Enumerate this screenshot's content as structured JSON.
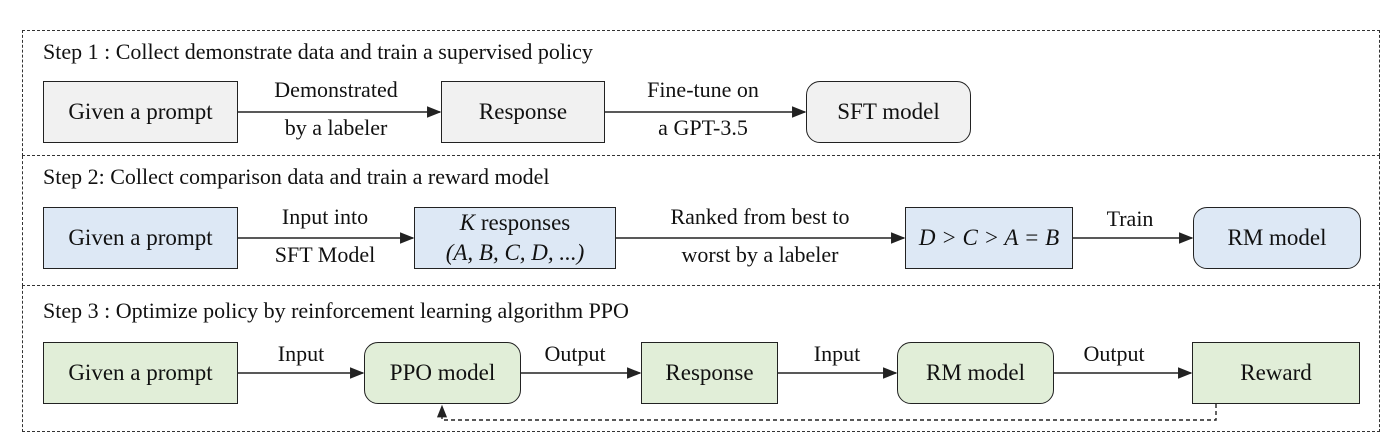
{
  "colors": {
    "step1_fill": "#f1f1f1",
    "step2_fill": "#dde8f5",
    "step3_fill": "#e1eed8",
    "stroke": "#222222"
  },
  "step1": {
    "title": "Step 1 : Collect demonstrate data and train a supervised policy",
    "prompt_box": "Given a prompt",
    "arrow1_line1": "Demonstrated",
    "arrow1_line2": "by a labeler",
    "response_box": "Response",
    "arrow2_line1": "Fine-tune on",
    "arrow2_line2": "a GPT-3.5",
    "sft_box": "SFT model"
  },
  "step2": {
    "title": "Step 2: Collect comparison data and train a reward model",
    "prompt_box": "Given a prompt",
    "arrow1_line1": "Input into",
    "arrow1_line2": "SFT Model",
    "responses_k": "K",
    "responses_line1_rest": " responses",
    "responses_line2": "(A, B, C, D, ...)",
    "arrow2_line1": "Ranked from best to",
    "arrow2_line2": "worst by a labeler",
    "ranking_box": "D > C > A = B",
    "arrow3_label": "Train",
    "rm_box": "RM model"
  },
  "step3": {
    "title": "Step 3 : Optimize policy by reinforcement learning algorithm PPO",
    "prompt_box": "Given a prompt",
    "arrow1_label": "Input",
    "ppo_box": "PPO model",
    "arrow2_label": "Output",
    "response_box": "Response",
    "arrow3_label": "Input",
    "rm_box": "RM model",
    "arrow4_label": "Output",
    "reward_box": "Reward"
  }
}
